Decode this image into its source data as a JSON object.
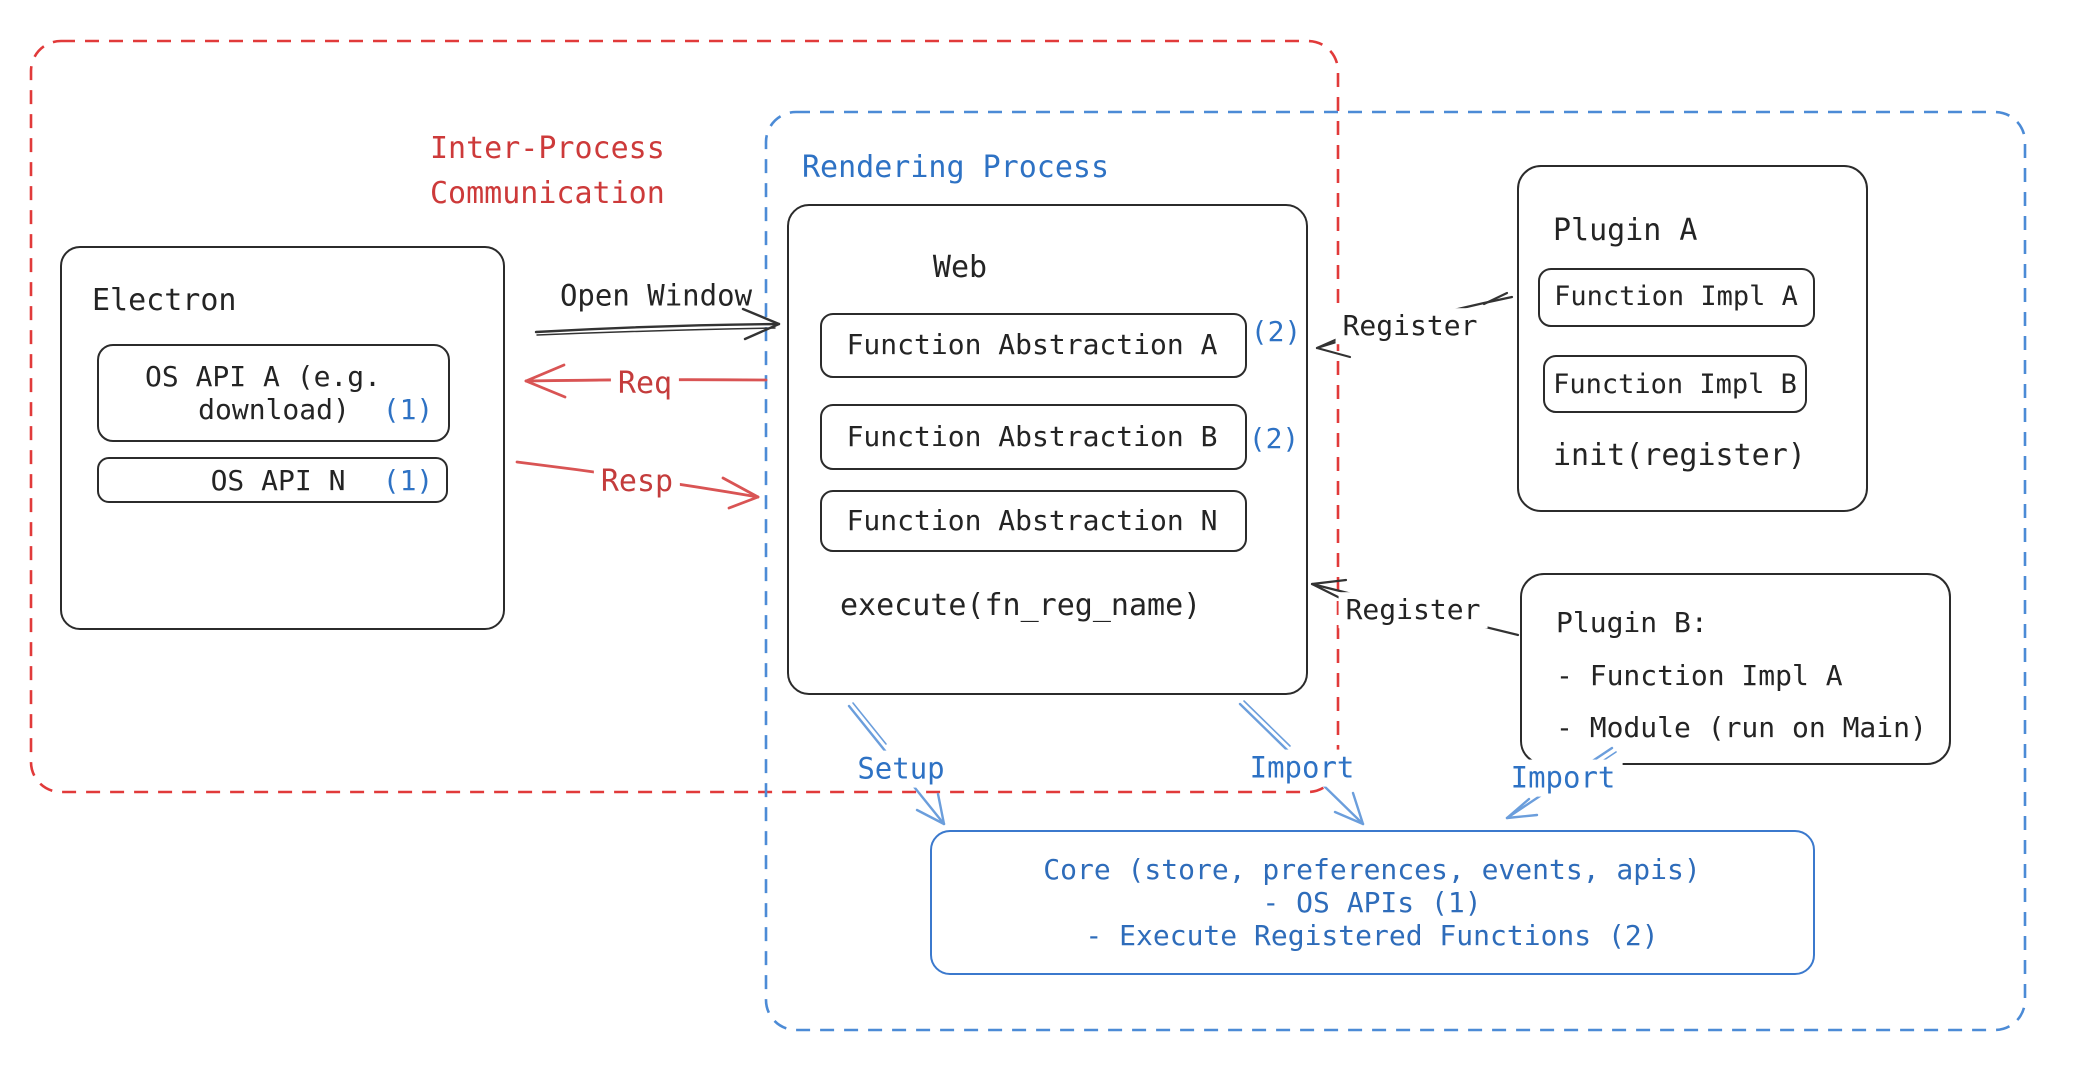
{
  "colors": {
    "ink": "#2b2b2b",
    "red_accent": "#e13a3a",
    "red_text": "#cd3a3a",
    "blue_accent": "#4c8bd6",
    "blue_text": "#2e72c4",
    "core_blue": "#3b79cd"
  },
  "groups": {
    "ipc": {
      "label_line1": "Inter-Process",
      "label_line2": "Communication"
    },
    "rendering": {
      "label": "Rendering Process"
    }
  },
  "electron": {
    "title": "Electron",
    "os_api_a": {
      "line1": "OS API A (e.g.",
      "line2": "download)",
      "ref": "(1)"
    },
    "os_api_n": {
      "label": "OS API N",
      "ref": "(1)"
    }
  },
  "web": {
    "title": "Web",
    "abstractions": [
      {
        "label": "Function Abstraction A",
        "ref": "(2)"
      },
      {
        "label": "Function Abstraction B",
        "ref": "(2)"
      },
      {
        "label": "Function Abstraction N",
        "ref": ""
      }
    ],
    "execute": "execute(fn_reg_name)"
  },
  "plugin_a": {
    "title": "Plugin A",
    "impl_a": "Function Impl A",
    "impl_b": "Function Impl B",
    "init": "init(register)"
  },
  "plugin_b": {
    "line1": "Plugin B:",
    "line2": "- Function Impl A",
    "line3": "- Module (run on Main)"
  },
  "core": {
    "line1": "Core (store, preferences, events, apis)",
    "line2": "- OS APIs (1)",
    "line3": "- Execute Registered Functions (2)"
  },
  "arrows": {
    "open_window": "Open Window",
    "req": "Req",
    "resp": "Resp",
    "register_a": "Register",
    "register_b": "Register",
    "setup": "Setup",
    "import_web": "Import",
    "import_plugin": "Import"
  }
}
